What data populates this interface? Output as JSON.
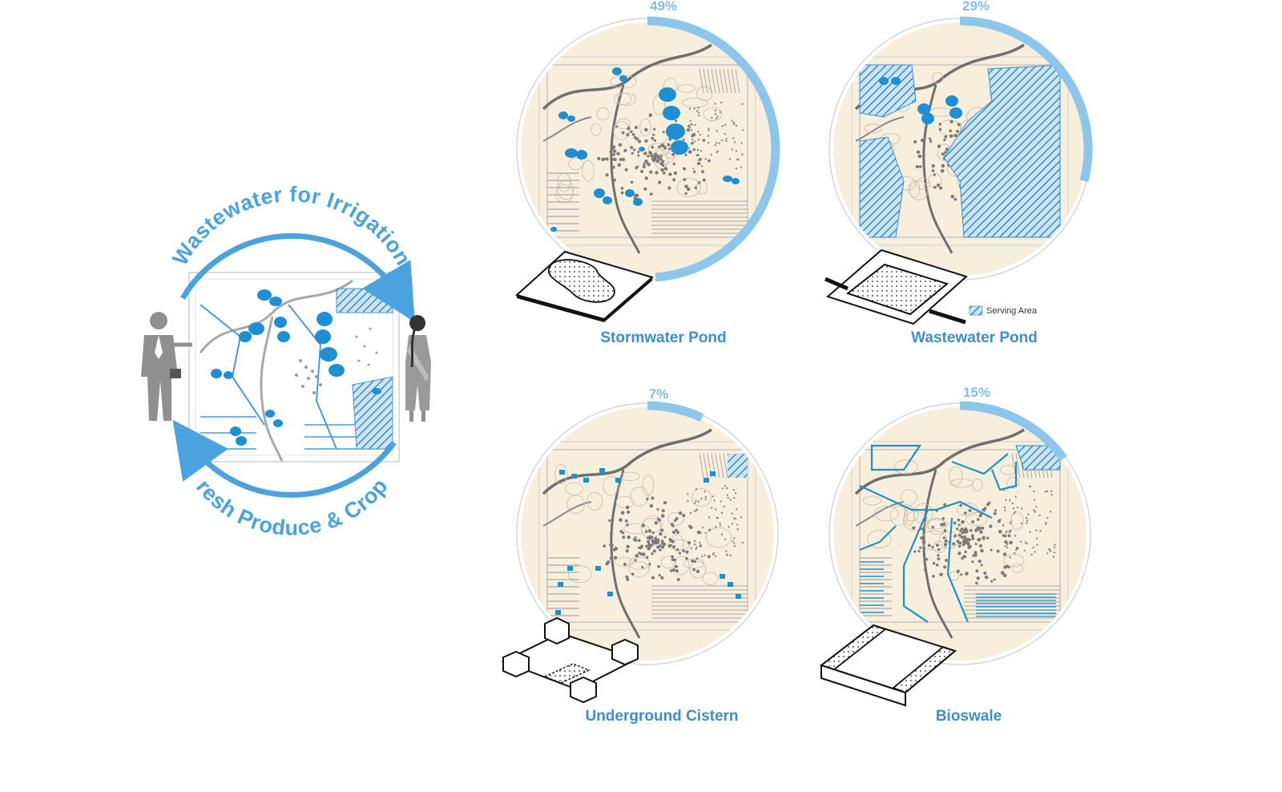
{
  "cycle": {
    "top_label": "Wastewater for Irrigation",
    "bottom_label": "Fresh Produce & Crops"
  },
  "panels": [
    {
      "id": "stormwater-pond",
      "percent": "49%",
      "value": 49,
      "title": "Stormwater Pond",
      "overlay": "ponds"
    },
    {
      "id": "wastewater-pond",
      "percent": "29%",
      "value": 29,
      "title": "Wastewater Pond",
      "overlay": "hatch"
    },
    {
      "id": "underground-cistern",
      "percent": "7%",
      "value": 7,
      "title": "Underground Cistern",
      "overlay": "cisterns"
    },
    {
      "id": "bioswale",
      "percent": "15%",
      "value": 15,
      "title": "Bioswale",
      "overlay": "swales"
    }
  ],
  "legend": {
    "serving_area": "Serving Area"
  },
  "colors": {
    "map_fill": "#f7eedb",
    "accent_blue": "#1d8fd2",
    "light_blue": "#8cc6ea",
    "ring_gray": "#dcdcdc",
    "figure_gray": "#8f8f8f"
  },
  "icons": [
    "businessman-icon",
    "woman-icon",
    "cycle-arrow-icon",
    "pond-isometric-icon",
    "tank-isometric-icon",
    "cistern-isometric-icon",
    "swale-isometric-icon"
  ]
}
